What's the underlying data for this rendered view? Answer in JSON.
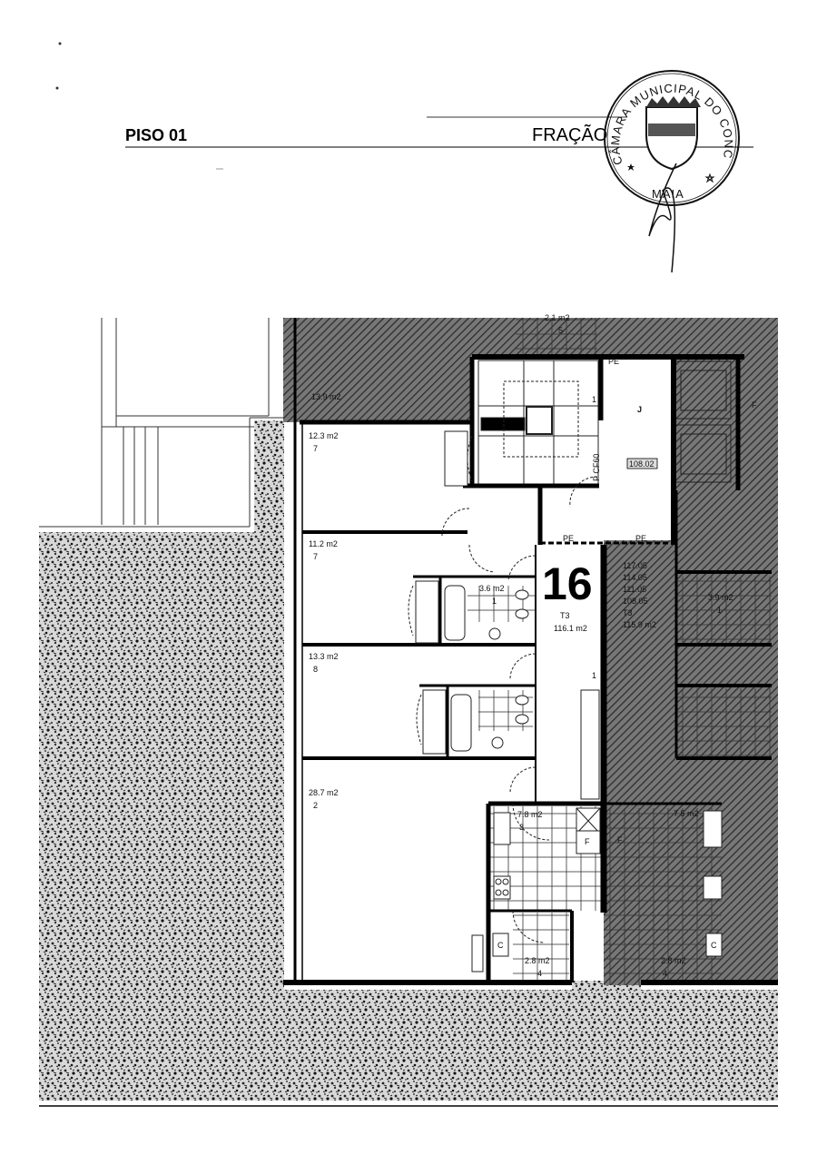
{
  "header": {
    "floor": "PISO 01",
    "fraction": "FRAÇÃO"
  },
  "stamp": {
    "text_top": "CÂMARA MUNICIPAL DO CONCELHO",
    "text_bottom": "MAIA"
  },
  "unit": {
    "number": "16",
    "typology": "T3",
    "area": "116.1 m2"
  },
  "rooms": {
    "terrace_top": "13.9 m2",
    "wc_top": "2.1 m2",
    "wc_top_num": "5",
    "bedroom1_area": "12.3 m2",
    "bedroom1_num": "7",
    "bedroom2_area": "11.2 m2",
    "bedroom2_num": "7",
    "bath1_area": "3.6 m2",
    "bath1_num": "1",
    "bedroom3_area": "13.3 m2",
    "bedroom3_num": "8",
    "living_area": "28.7 m2",
    "living_num": "2",
    "kitchen_area": "7.8 m2",
    "kitchen_num": "3",
    "laundry_area": "2.8 m2",
    "laundry_num": "4",
    "corridor_num": "1"
  },
  "common": {
    "stair_label": "J",
    "stair_mark": "1",
    "level": "108.02",
    "door_fire": "P CF60",
    "pe_labels": [
      "PE",
      "PE",
      "PE"
    ],
    "fridge": "F",
    "boiler": "C"
  },
  "neighbor": {
    "levels": [
      "117.05",
      "114.05",
      "111.05",
      "108.05"
    ],
    "typology": "T3",
    "area": "115.9 m2",
    "bath_area": "3.9 m2",
    "bath_num": "1",
    "kitchen_area": "7.5 m2",
    "laundry_area": "2.8 m2",
    "laundry_num": "4",
    "fridge": "F",
    "boiler": "C",
    "elevator_fridge": "F"
  },
  "colors": {
    "ink": "#000000",
    "hatch_bg": "#6a6a6a",
    "paper": "#ffffff"
  }
}
